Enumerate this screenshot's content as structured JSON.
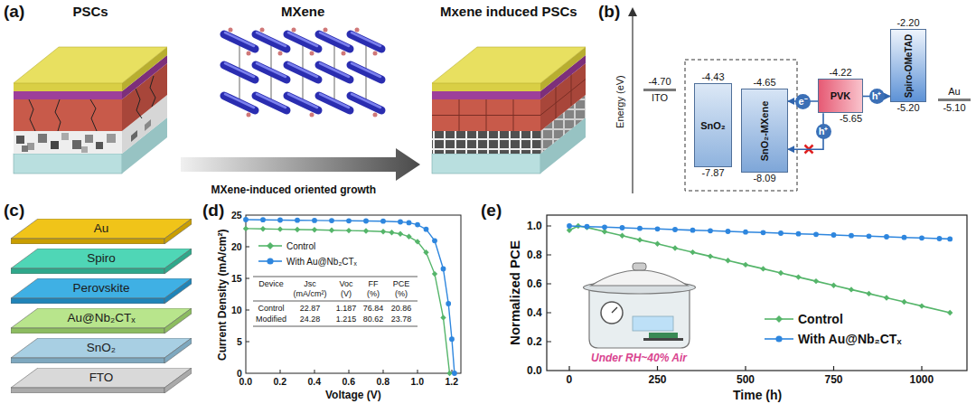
{
  "diagram": {
    "nodes": [
      {
        "text": [
          "-4.70",
          "ITO"
        ]
      },
      {
        "text": [
          "-4.43",
          "SnO₂",
          "-7.87"
        ]
      },
      {
        "text": [
          "-4.65",
          "SnO₂-MXene",
          "-8.09"
        ]
      },
      {
        "text": [
          "-4.22",
          "PVK",
          "-5.65"
        ]
      },
      {
        "text": [
          "-2.20",
          "Spiro-OMeTAD",
          "-5.20"
        ]
      },
      {
        "text": [
          "Au",
          "-5.10"
        ]
      },
      {
        "text": [
          "Au"
        ]
      },
      {
        "text": [
          "Spiro"
        ]
      },
      {
        "text": [
          "Perovskite"
        ]
      },
      {
        "text": [
          "Au@Nb₂CTₓ"
        ]
      },
      {
        "text": [
          "SnO₂"
        ]
      },
      {
        "text": [
          "FTO"
        ]
      }
    ],
    "edges": [
      {
        "from": 3,
        "to": 2,
        "arrow": "to",
        "label": "e⁻"
      },
      {
        "from": 3,
        "to": 4,
        "arrow": "to",
        "label": "h⁺"
      },
      {
        "from": 3,
        "to": 2,
        "arrow": "to",
        "label": "h⁺"
      }
    ],
    "labels": [
      "(a)",
      "PSCs",
      "MXene",
      "Mxene induced PSCs",
      "MXene-induced oriented growth",
      "(b)",
      "Energy (eV)",
      "(c)",
      "(d)",
      "Current Density (mA/cm²)",
      "25",
      "20",
      "15",
      "10",
      "5",
      "0",
      "0.0",
      "0.2",
      "0.4",
      "0.6",
      "0.8",
      "1.0",
      "1.2",
      "Voltage (V)",
      "Device",
      "Jsc (mA/cm²)",
      "Voc (V)",
      "FF (%)",
      "PCE (%)",
      "Control",
      "22.87",
      "1.187",
      "76.84",
      "20.86",
      "Modified",
      "24.28",
      "1.215",
      "80.62",
      "23.78",
      "(e)",
      "Normalized PCE",
      "1.0",
      "0.8",
      "0.6",
      "0.4",
      "0.2",
      "0.0",
      "0",
      "250",
      "500",
      "750",
      "1000",
      "Time (h)",
      "Under RH~40% Air"
    ],
    "legend": [
      {
        "text": "Control"
      },
      {
        "text": "With Au@Nb₂CTₓ"
      },
      {
        "text": "Control"
      },
      {
        "text": "With Au@Nb₂CTₓ"
      }
    ]
  }
}
